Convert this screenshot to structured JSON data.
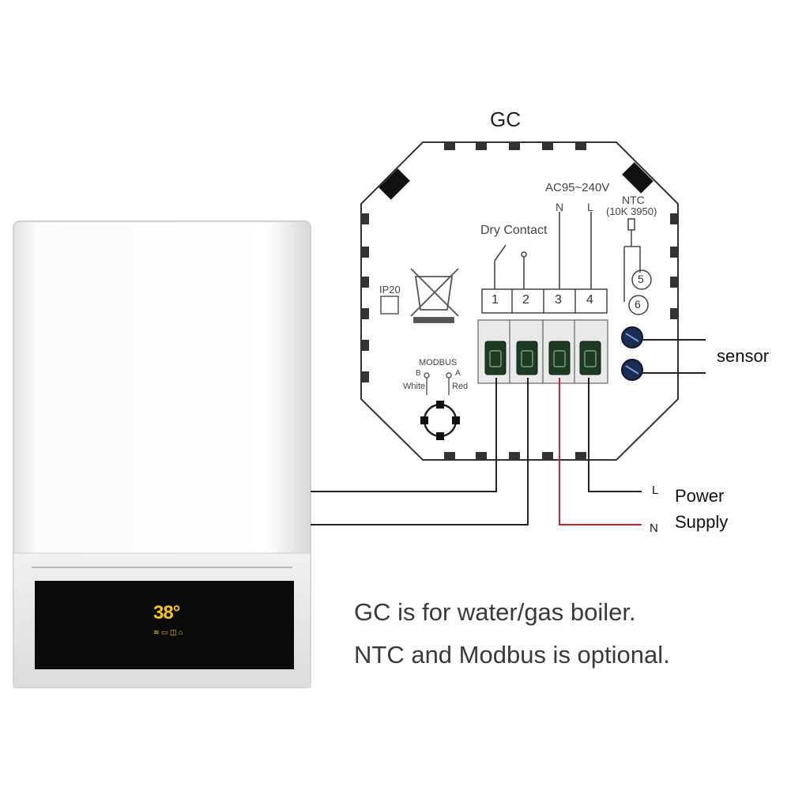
{
  "title": "GC",
  "device": {
    "voltage": "AC95~240V",
    "ntc_label": "NTC",
    "ntc_spec": "(10K 3950)",
    "dry_contact": "Dry Contact",
    "n_label": "N",
    "l_label": "L",
    "ip_rating": "IP20",
    "terminals": [
      "1",
      "2",
      "3",
      "4"
    ],
    "ntc_terminals": [
      "5",
      "6"
    ],
    "modbus": {
      "label": "MODBUS",
      "b": "B",
      "a": "A",
      "b_wire": "White",
      "a_wire": "Red"
    }
  },
  "boiler": {
    "display_temp": "38°",
    "display_sub": "≋ ▭ ◫ ⌂"
  },
  "labels": {
    "sensor": "sensor",
    "supply_l": "L",
    "supply_n": "N",
    "power": "Power",
    "supply": "Supply"
  },
  "notes": [
    "GC is for water/gas boiler.",
    "NTC and Modbus is optional."
  ],
  "colors": {
    "wire": "#222222",
    "live_wire": "#c62828",
    "terminal": "#1d3a22",
    "display": "#f5c518"
  }
}
